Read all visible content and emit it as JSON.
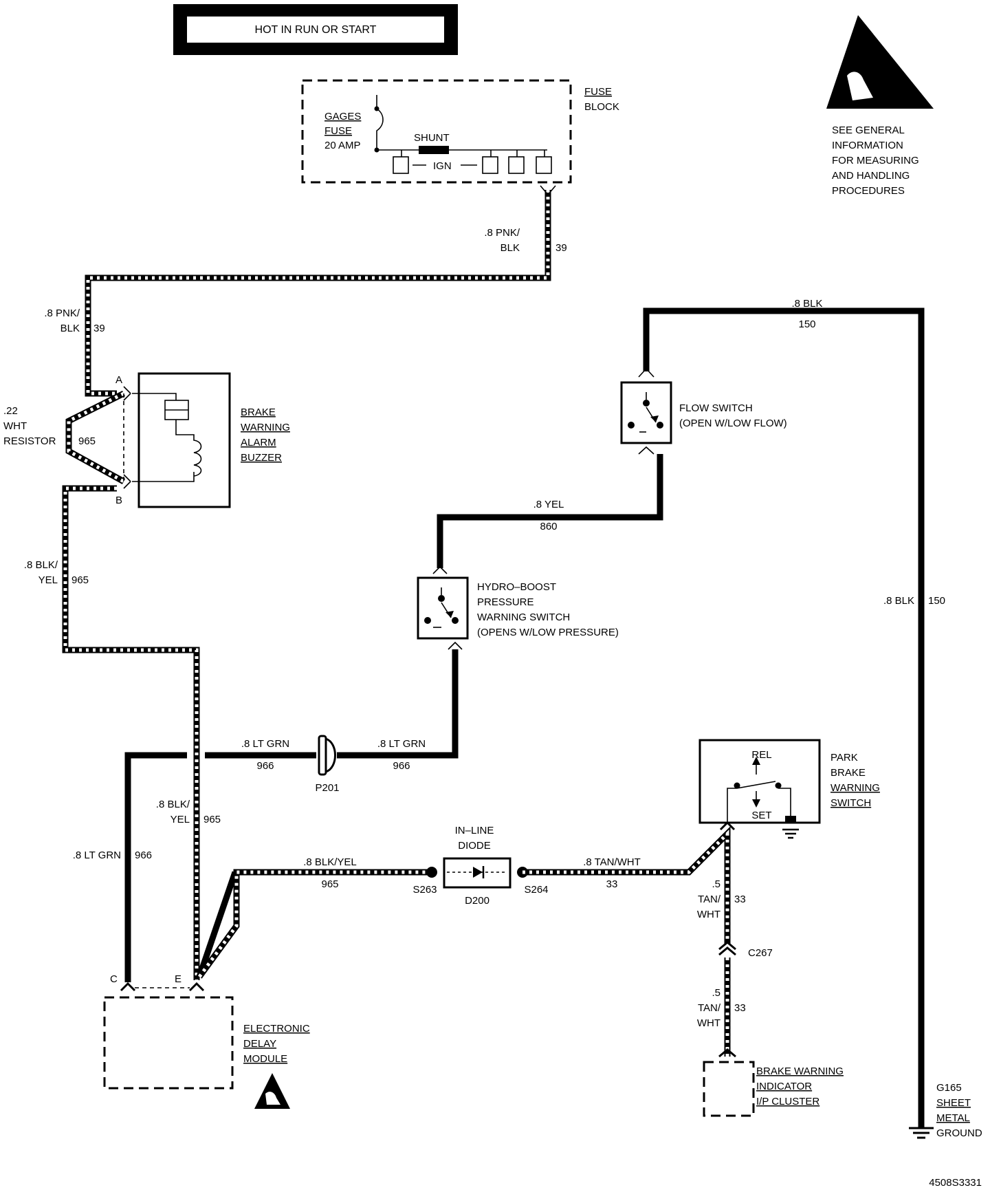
{
  "power": {
    "label": "HOT IN RUN OR START"
  },
  "fuse_block": {
    "name": "FUSE BLOCK",
    "fuse": [
      "GAGES",
      "FUSE",
      "20 AMP"
    ],
    "shunt": "SHUNT",
    "ign": "IGN"
  },
  "esd_note": [
    "SEE GENERAL",
    "INFORMATION",
    "FOR MEASURING",
    "AND HANDLING",
    "PROCEDURES"
  ],
  "wires": {
    "pnk_blk_top": {
      "gauge": ".8 PNK/",
      "color2": "BLK",
      "circuit": "39"
    },
    "pnk_blk_left": {
      "gauge": ".8 PNK/",
      "color2": "BLK",
      "circuit": "39"
    },
    "resistor": {
      "gauge": ".22",
      "color": "WHT",
      "part": "RESISTOR",
      "circuit": "965"
    },
    "blk_yel_left": {
      "gauge": ".8 BLK/",
      "color2": "YEL",
      "circuit": "965"
    },
    "blk_yel_mid": {
      "gauge": ".8 BLK/",
      "color2": "YEL",
      "circuit": "965"
    },
    "blk_top": {
      "label": ".8 BLK",
      "circuit": "150"
    },
    "blk_right": {
      "label": ".8 BLK",
      "circuit": "150"
    },
    "yel_860": {
      "label": ".8 YEL",
      "circuit": "860"
    },
    "ltgrn_left": {
      "label": ".8 LT GRN",
      "circuit": "966"
    },
    "ltgrn_right": {
      "label": ".8 LT GRN",
      "circuit": "966"
    },
    "ltgrn_vert": {
      "label": ".8 LT GRN",
      "circuit": "966"
    },
    "blk_yel_965": {
      "label": ".8 BLK/YEL",
      "circuit": "965"
    },
    "tan_wht_33": {
      "label": ".8 TAN/WHT",
      "circuit": "33"
    },
    "tan_wht_upper": {
      "gauge": ".5",
      "color": "TAN/",
      "color2": "WHT",
      "circuit": "33"
    },
    "tan_wht_lower": {
      "gauge": ".5",
      "color": "TAN/",
      "color2": "WHT",
      "circuit": "33"
    }
  },
  "components": {
    "buzzer": [
      "BRAKE",
      "WARNING",
      "ALARM",
      "BUZZER"
    ],
    "flow_switch": [
      "FLOW SWITCH",
      "(OPEN W/LOW FLOW)"
    ],
    "hydro_switch": [
      "HYDRO–BOOST",
      "PRESSURE",
      "WARNING SWITCH",
      "(OPENS W/LOW PRESSURE)"
    ],
    "park_switch": [
      "PARK",
      "BRAKE",
      "WARNING",
      "SWITCH"
    ],
    "park_rel": "REL",
    "park_set": "SET",
    "diode": [
      "IN–LINE",
      "DIODE"
    ],
    "diode_id": "D200",
    "delay_module": [
      "ELECTRONIC",
      "DELAY",
      "MODULE"
    ],
    "indicator": [
      "BRAKE WARNING",
      "INDICATOR",
      "I/P CLUSTER"
    ],
    "ground": [
      "G165",
      "SHEET",
      "METAL",
      "GROUND"
    ]
  },
  "connectors": {
    "p201": "P201",
    "s263": "S263",
    "s264": "S264",
    "c267": "C267",
    "pin_a": "A",
    "pin_b": "B",
    "pin_c": "C",
    "pin_e": "E"
  },
  "figure_id": "4508S3331"
}
